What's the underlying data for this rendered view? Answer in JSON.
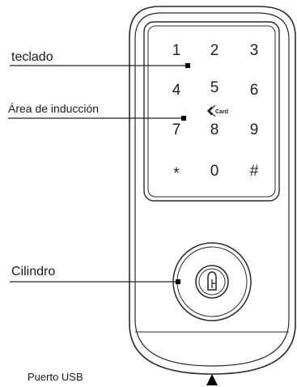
{
  "labels": {
    "keypad": "teclado",
    "induction_area": "Área de inducción",
    "cylinder": "Cilindro",
    "usb_port": "Puerto USB"
  },
  "keypad": {
    "keys": [
      [
        "1",
        "2",
        "3"
      ],
      [
        "4",
        "5",
        "6"
      ],
      [
        "7",
        "8",
        "9"
      ],
      [
        "*",
        "0",
        "#"
      ]
    ],
    "card_logo_text": "Card"
  },
  "colors": {
    "outline": "#2a2a2a",
    "text": "#1a1a1a",
    "background": "#ffffff"
  }
}
